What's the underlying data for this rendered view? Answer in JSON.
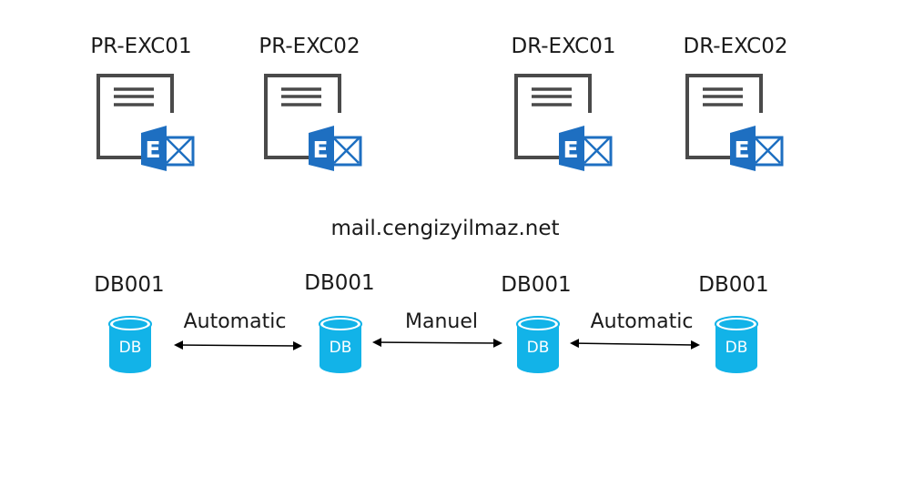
{
  "servers": [
    {
      "label": "PR-EXC01",
      "icon": "exchange-server-icon"
    },
    {
      "label": "PR-EXC02",
      "icon": "exchange-server-icon"
    },
    {
      "label": "DR-EXC01",
      "icon": "exchange-server-icon"
    },
    {
      "label": "DR-EXC02",
      "icon": "exchange-server-icon"
    }
  ],
  "hostname": "mail.cengizyilmaz.net",
  "databases": [
    {
      "label": "DB001",
      "icon_text": "DB",
      "icon": "database-icon"
    },
    {
      "label": "DB001",
      "icon_text": "DB",
      "icon": "database-icon"
    },
    {
      "label": "DB001",
      "icon_text": "DB",
      "icon": "database-icon"
    },
    {
      "label": "DB001",
      "icon_text": "DB",
      "icon": "database-icon"
    }
  ],
  "links": [
    {
      "label": "Automatic"
    },
    {
      "label": "Manuel"
    },
    {
      "label": "Automatic"
    }
  ],
  "colors": {
    "exchange_blue": "#1e6fc1",
    "database_cyan": "#12b3e8",
    "outline_gray": "#4a4a4a",
    "arrow_black": "#000000"
  }
}
